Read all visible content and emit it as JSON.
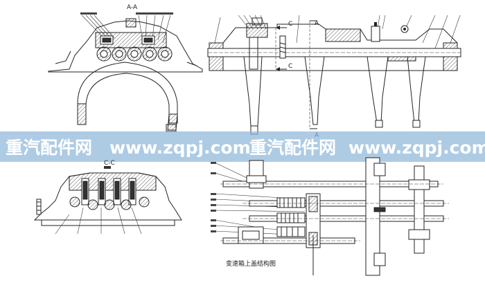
{
  "views": {
    "section_aa": {
      "title": "A-A"
    },
    "section_cc": {
      "title": "C-C"
    },
    "side_view": {
      "arrow_c_top": "C",
      "arrow_c_bottom": "C",
      "arrow_a_top": "A",
      "arrow_a_bottom": "A"
    },
    "plan_view": {
      "caption": "变速箱上盖结构图"
    }
  },
  "watermark": {
    "text_1": "重汽配件网",
    "text_2": "www.zqpj.com",
    "text_3": "重汽配件网",
    "text_4": "www.zqpj.com"
  }
}
